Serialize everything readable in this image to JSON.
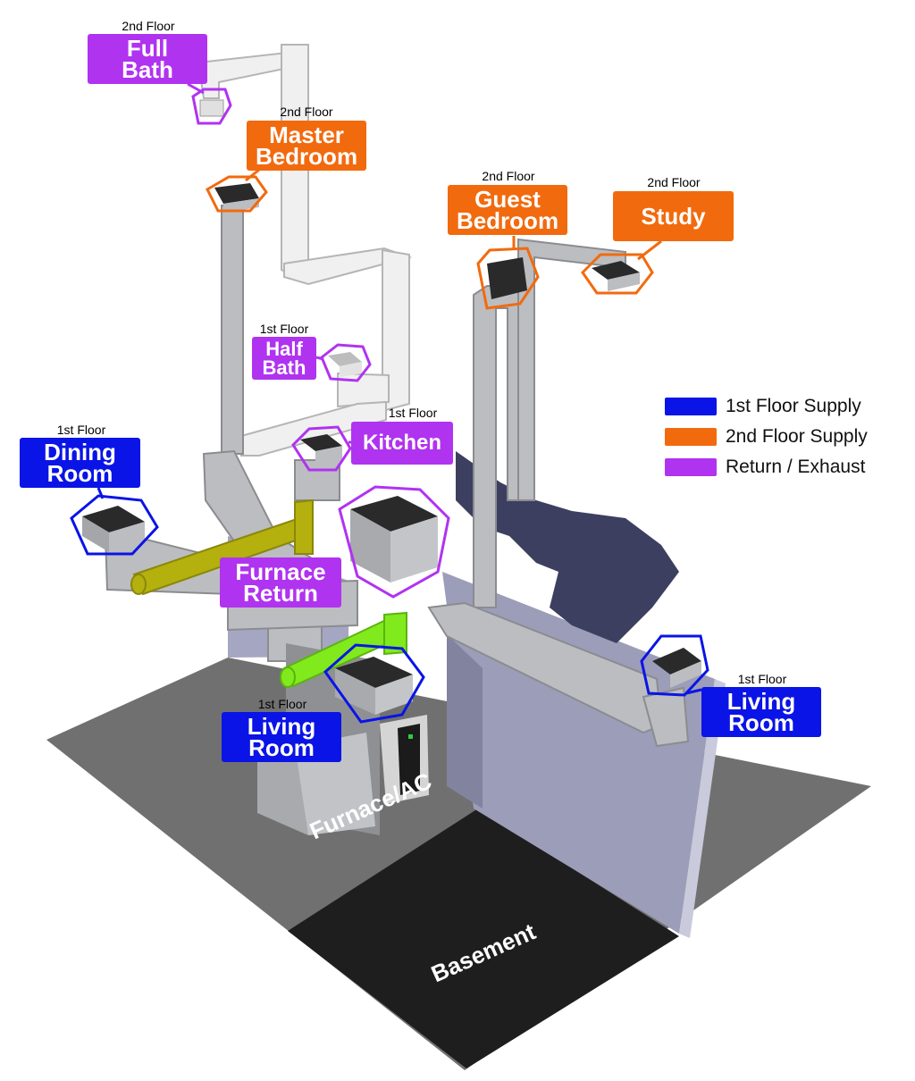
{
  "rooms": {
    "full_bath": {
      "floor": "2nd Floor",
      "line1": "Full",
      "line2": "Bath"
    },
    "master_bedroom": {
      "floor": "2nd Floor",
      "line1": "Master",
      "line2": "Bedroom"
    },
    "guest_bedroom": {
      "floor": "2nd Floor",
      "line1": "Guest",
      "line2": "Bedroom"
    },
    "study": {
      "floor": "2nd Floor",
      "line1": "Study"
    },
    "half_bath": {
      "floor": "1st Floor",
      "line1": "Half",
      "line2": "Bath"
    },
    "kitchen": {
      "floor": "1st Floor",
      "line1": "Kitchen"
    },
    "dining_room": {
      "floor": "1st Floor",
      "line1": "Dining",
      "line2": "Room"
    },
    "furnace_return": {
      "line1": "Furnace",
      "line2": "Return"
    },
    "living_room_left": {
      "floor": "1st Floor",
      "line1": "Living",
      "line2": "Room"
    },
    "living_room_right": {
      "floor": "1st Floor",
      "line1": "Living",
      "line2": "Room"
    }
  },
  "legend": [
    {
      "label": "1st Floor Supply",
      "color": "#0a14e6"
    },
    {
      "label": "2nd Floor Supply",
      "color": "#f26a0e"
    },
    {
      "label": "Return / Exhaust",
      "color": "#b033f0"
    }
  ],
  "scene_labels": {
    "furnace": "Furnace/AC",
    "basement": "Basement"
  },
  "colors": {
    "supply_1st": "#0a14e6",
    "supply_2nd": "#f26a0e",
    "return": "#b033f0",
    "duct": "#b9bbbe",
    "white_duct": "#f2f2f2",
    "return_pipe": "#b7b20e",
    "supply_pipe": "#7ee81a",
    "floor": "#6e6e6e",
    "basement": "#1c1c1c",
    "wall": "#9a9bb4"
  }
}
